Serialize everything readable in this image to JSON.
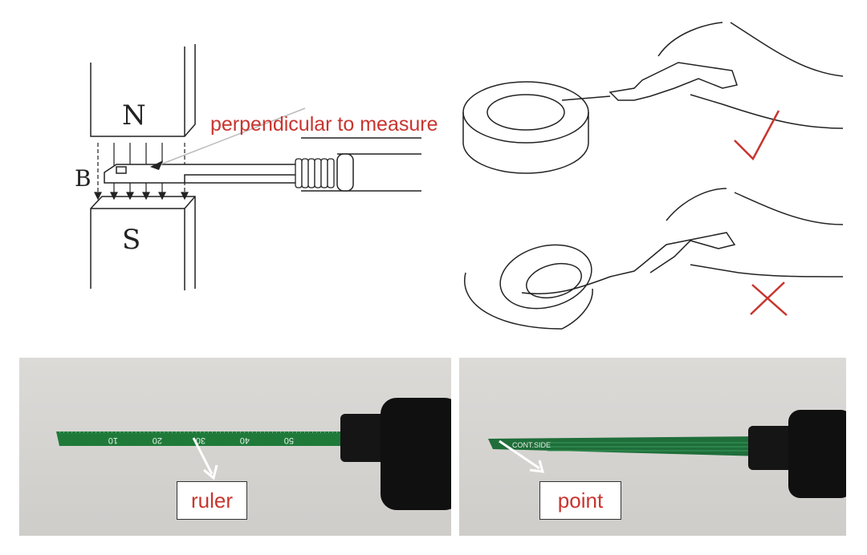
{
  "diagram": {
    "magnet_north": "N",
    "magnet_south": "S",
    "field_label": "B",
    "annotation": "perpendicular to measure",
    "correct_mark": "check-mark",
    "wrong_mark": "cross-mark"
  },
  "photos": {
    "left": {
      "label": "ruler",
      "ruler_numbers": [
        "10",
        "20",
        "30",
        "40",
        "50"
      ]
    },
    "right": {
      "label": "point",
      "probe_print": "CONT.SIDE"
    }
  },
  "colors": {
    "annotation_red": "#c8352f",
    "pcb_green": "#1f7a3a",
    "photo_bg": "#d6d4d1"
  }
}
